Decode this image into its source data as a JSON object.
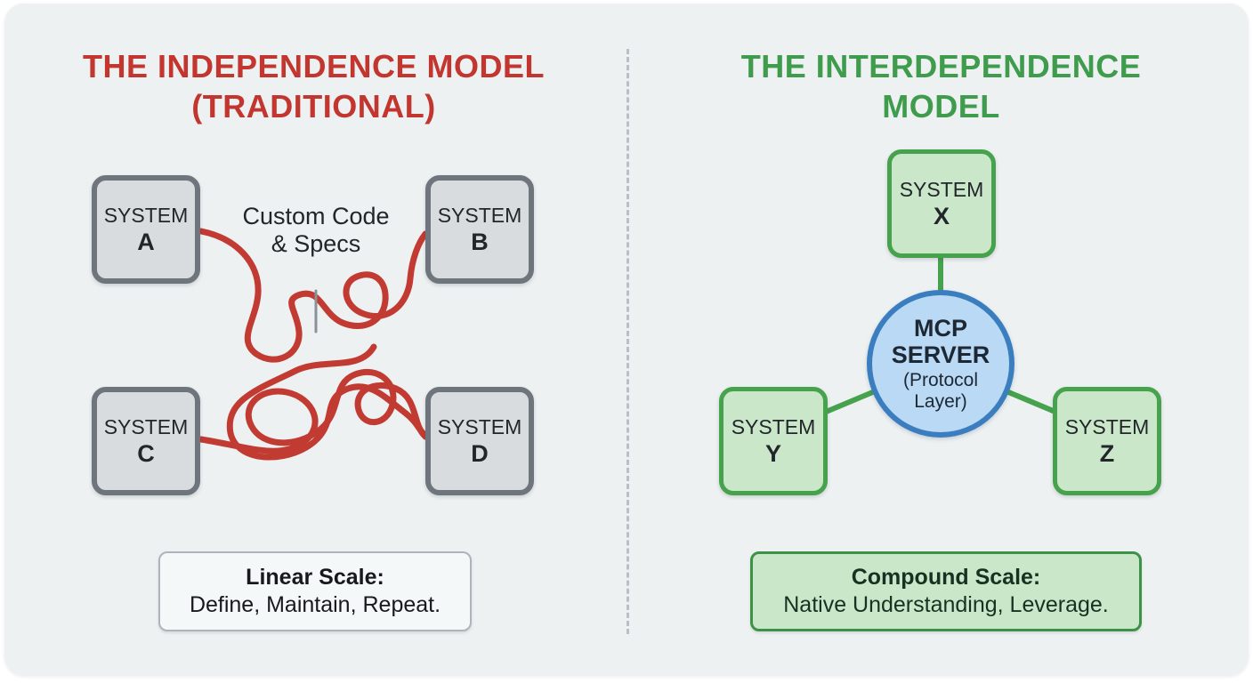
{
  "left_panel": {
    "title_line1": "THE INDEPENDENCE MODEL",
    "title_line2": "(TRADITIONAL)",
    "systems": [
      {
        "name": "SYSTEM",
        "letter": "A"
      },
      {
        "name": "SYSTEM",
        "letter": "B"
      },
      {
        "name": "SYSTEM",
        "letter": "C"
      },
      {
        "name": "SYSTEM",
        "letter": "D"
      }
    ],
    "connection_label_line1": "Custom Code",
    "connection_label_line2": "& Specs",
    "summary": {
      "heading": "Linear Scale:",
      "body": "Define, Maintain, Repeat."
    }
  },
  "right_panel": {
    "title_line1": "THE INTERDEPENDENCE",
    "title_line2": "MODEL",
    "systems": [
      {
        "name": "SYSTEM",
        "letter": "X"
      },
      {
        "name": "SYSTEM",
        "letter": "Y"
      },
      {
        "name": "SYSTEM",
        "letter": "Z"
      }
    ],
    "hub": {
      "name_line1": "MCP",
      "name_line2": "SERVER",
      "subtitle": "(Protocol Layer)"
    },
    "summary": {
      "heading": "Compound Scale:",
      "body": "Native Understanding, Leverage."
    }
  },
  "colors": {
    "red_title": "#c2362f",
    "red_cable": "#c23b32",
    "green_title": "#3f9c4c",
    "green_accent": "#46a24c",
    "gray_box_fill": "#d9dcdf",
    "gray_box_border": "#6e757c",
    "green_box_fill": "#cae8c9",
    "blue_hub_fill": "#bad9f4",
    "blue_hub_border": "#3b7ec0",
    "card_background": "#edf1f2"
  }
}
